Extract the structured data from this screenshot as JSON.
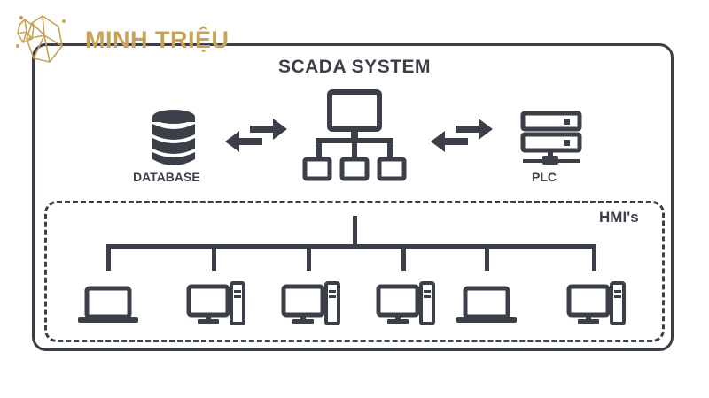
{
  "logo": {
    "text": "MINH TRIỆU",
    "color": "#c8a257"
  },
  "diagram": {
    "title": "SCADA SYSTEM",
    "database_label": "DATABASE",
    "plc_label": "PLC",
    "hmi_label": "HMI's"
  },
  "devices": [
    "laptop",
    "desktop",
    "desktop",
    "desktop",
    "laptop",
    "desktop"
  ],
  "colors": {
    "stroke": "#3b3f47",
    "accent": "#c8a257"
  }
}
